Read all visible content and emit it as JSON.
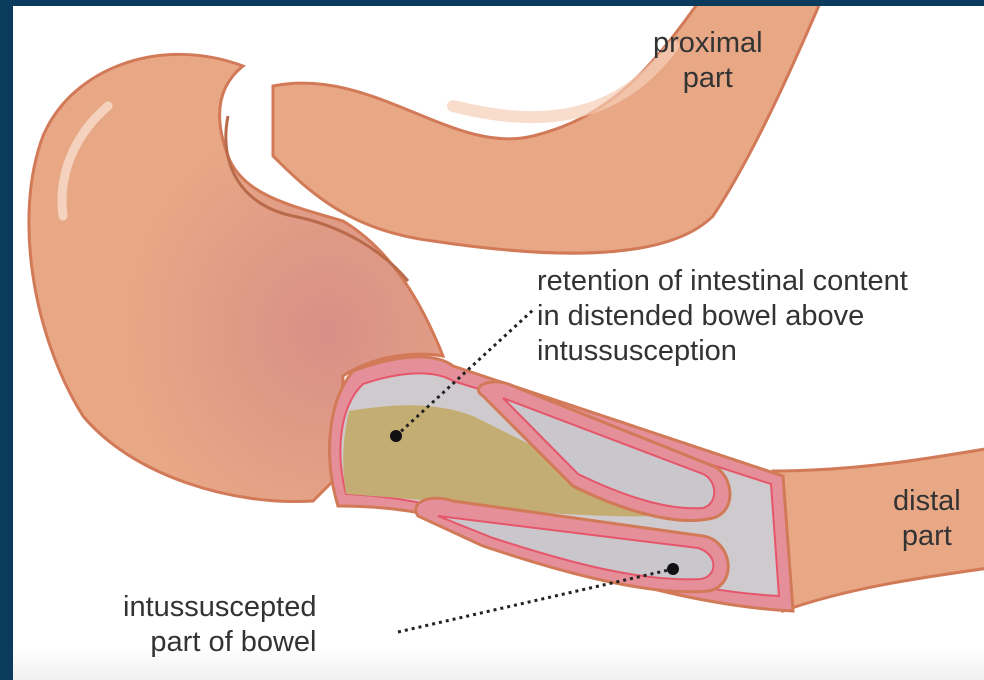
{
  "diagram": {
    "colors": {
      "frame": "#0a3a5c",
      "background": "#ffffff",
      "bowel_fill": "#e8a886",
      "bowel_outline": "#d27a58",
      "distended_fill": "#dd9a8a",
      "mucosa": "#e6566a",
      "lumen": "#c9c7cc",
      "content": "#c4ad72",
      "text": "#333333"
    },
    "labels": {
      "proximal": {
        "line1": "proximal",
        "line2": "part"
      },
      "retention": {
        "line1": "retention of intestinal content",
        "line2": "in distended bowel above",
        "line3": "intussusception"
      },
      "distal": {
        "line1": "distal",
        "line2": "part"
      },
      "intussuscepted": {
        "line1": "intussuscepted",
        "line2": "part of bowel"
      }
    }
  }
}
